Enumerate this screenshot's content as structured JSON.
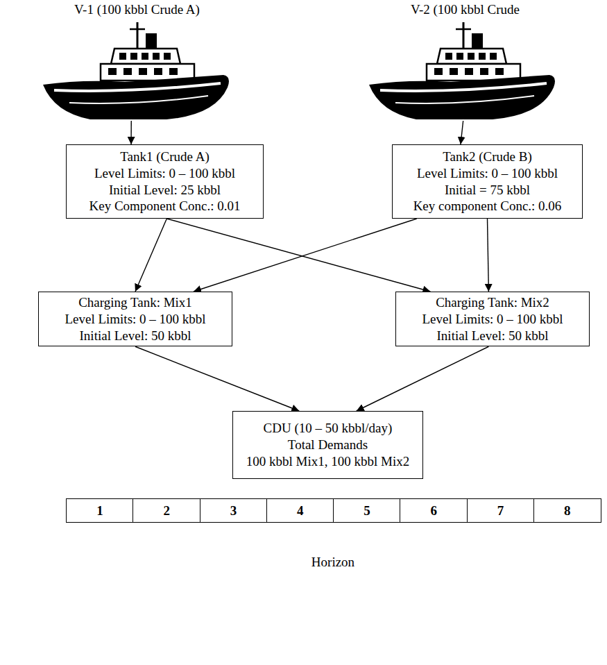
{
  "diagram": {
    "nodes": [
      {
        "text": [
          "V-1 (100 kbbl Crude A)"
        ]
      },
      {
        "text": [
          "V-2 (100 kbbl Crude"
        ]
      },
      {
        "text": [
          "Tank1 (Crude A)",
          "Level Limits: 0 – 100 kbbl",
          "Initial Level: 25 kbbl",
          "Key Component Conc.: 0.01"
        ]
      },
      {
        "text": [
          "Tank2 (Crude B)",
          "Level Limits: 0 – 100 kbbl",
          "Initial = 75 kbbl",
          "Key component Conc.: 0.06"
        ]
      },
      {
        "text": [
          "Charging Tank: Mix1",
          "Level Limits: 0 – 100 kbbl",
          "Initial Level: 50 kbbl"
        ]
      },
      {
        "text": [
          "Charging Tank: Mix2",
          "Level Limits: 0 – 100 kbbl",
          "Initial Level: 50 kbbl"
        ]
      },
      {
        "text": [
          "CDU (10 – 50 kbbl/day)",
          "Total Demands",
          "100 kbbl Mix1, 100 kbbl Mix2"
        ]
      }
    ],
    "edges": [
      {
        "from": 0,
        "to": 2,
        "arrow": "to"
      },
      {
        "from": 1,
        "to": 3,
        "arrow": "to"
      },
      {
        "from": 2,
        "to": 4,
        "arrow": "to"
      },
      {
        "from": 2,
        "to": 5,
        "arrow": "to"
      },
      {
        "from": 3,
        "to": 4,
        "arrow": "to"
      },
      {
        "from": 3,
        "to": 5,
        "arrow": "to"
      },
      {
        "from": 4,
        "to": 6,
        "arrow": "to"
      },
      {
        "from": 5,
        "to": 6,
        "arrow": "to"
      }
    ],
    "labels": [
      "1",
      "2",
      "3",
      "4",
      "5",
      "6",
      "7",
      "8",
      "Horizon"
    ]
  }
}
